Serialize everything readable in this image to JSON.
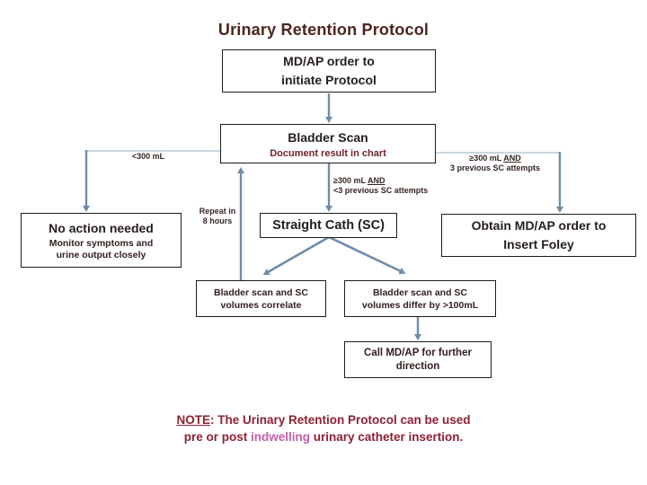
{
  "title": "Urinary Retention Protocol",
  "colors": {
    "connector": "#6d8dab",
    "connector_light": "#a9bccb",
    "box_border": "#1c1c1c",
    "title_text": "#4e241d",
    "dark_red_text": "#70222b",
    "note_red": "#8e2033",
    "highlight_pink": "#c65fa8"
  },
  "boxes": {
    "order": "MD/AP order to\ninitiate Protocol",
    "bladder_scan_title": "Bladder Scan",
    "bladder_scan_sub": "Document result in chart",
    "no_action_title": "No action needed",
    "no_action_sub": "Monitor symptoms and\nurine output closely",
    "straight_cath": "Straight Cath (SC)",
    "obtain_order": "Obtain MD/AP order to\nInsert Foley",
    "volumes_correlate": "Bladder scan and SC\nvolumes correlate",
    "volumes_differ": "Bladder scan and SC\nvolumes differ by >100mL",
    "call_md": "Call MD/AP for further\ndirection"
  },
  "labels": {
    "less_300": "<300 mL",
    "right_line1_pre": "≥300 mL ",
    "right_line1_and": "AND",
    "right_line2": "3 previous SC attempts",
    "mid_line1_pre": "≥300 mL ",
    "mid_line1_and": "AND",
    "mid_line2": "<3 previous SC attempts",
    "repeat": "Repeat in\n8 hours"
  },
  "note": {
    "label": "NOTE",
    "line1_rest": ": The Urinary Retention Protocol can be used",
    "line2_pre": "pre or post ",
    "line2_highlight": "indwelling",
    "line2_post": " urinary catheter insertion."
  }
}
